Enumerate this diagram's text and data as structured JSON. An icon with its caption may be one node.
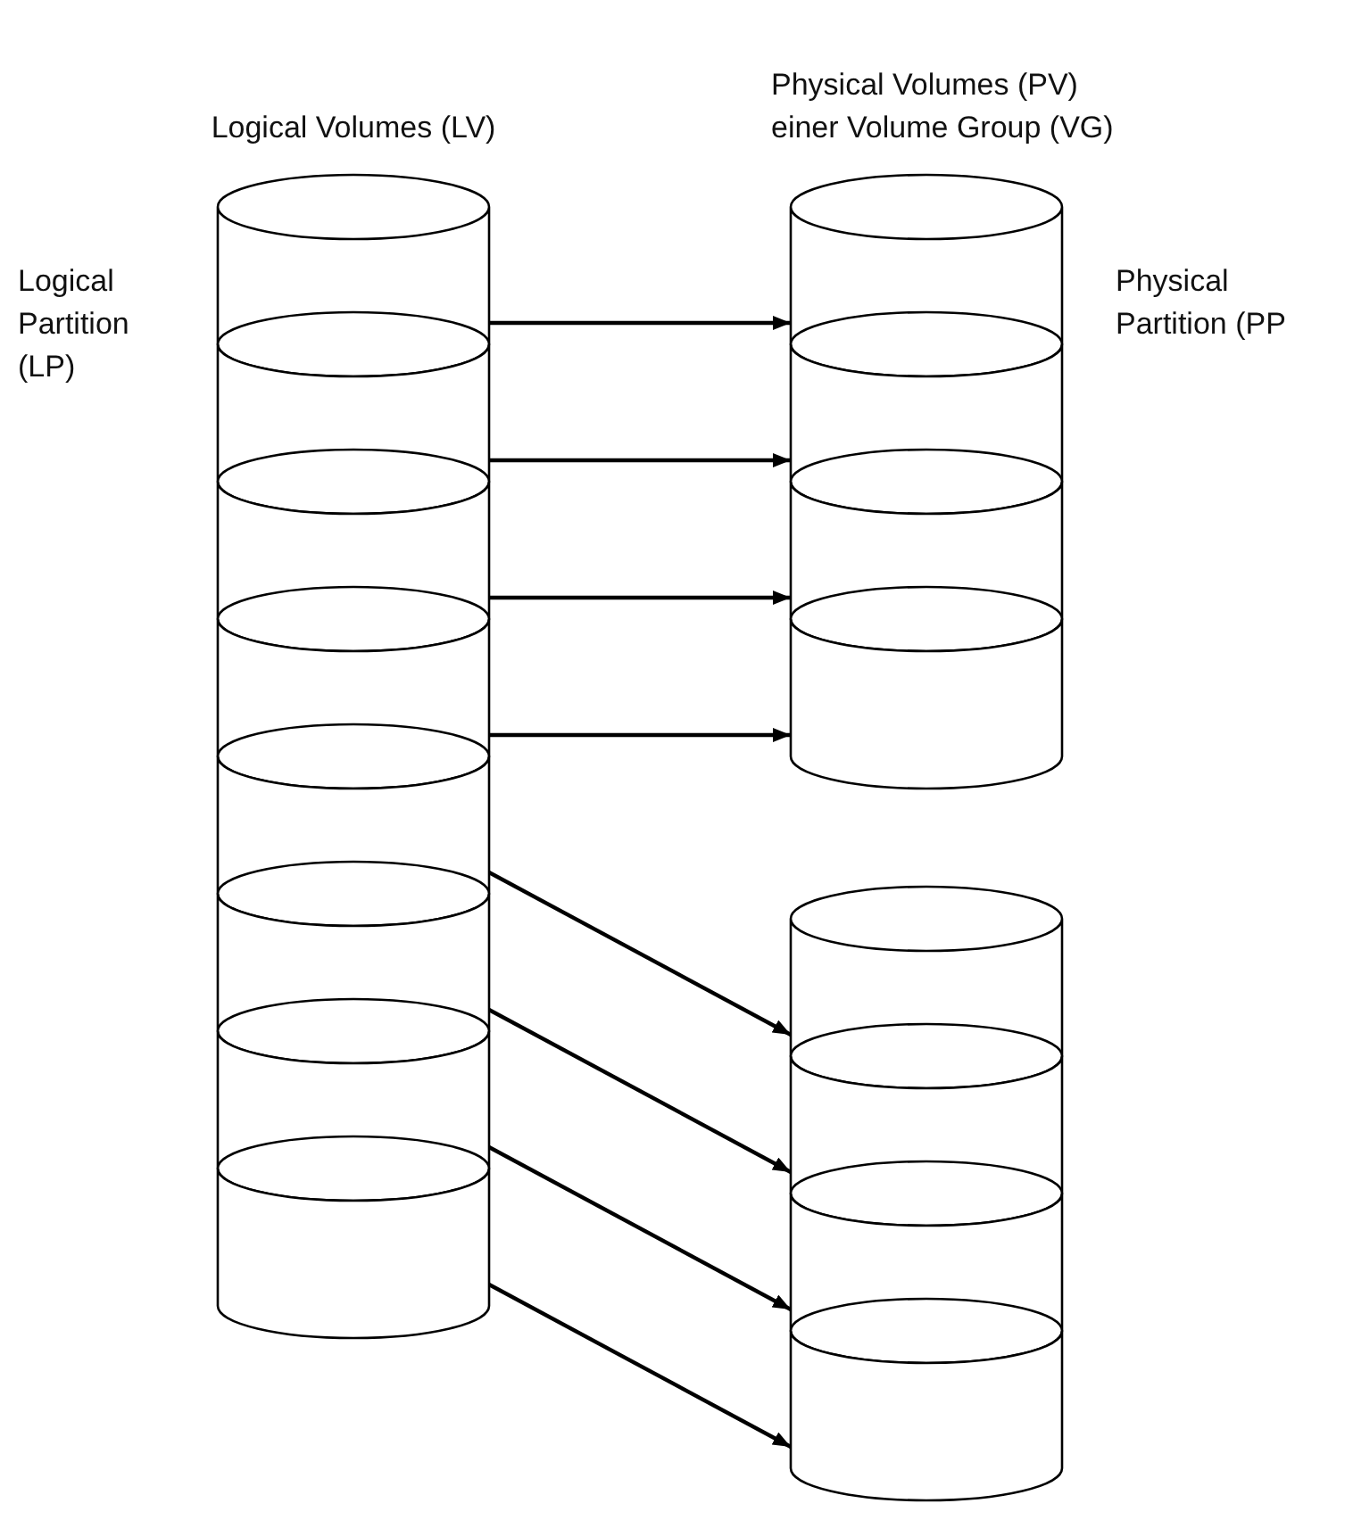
{
  "diagram": {
    "nodes": [
      {
        "text": [],
        "shape": "cylinder"
      },
      {
        "text": [],
        "shape": "cylinder"
      },
      {
        "text": [],
        "shape": "cylinder"
      },
      {
        "text": [],
        "shape": "cylinder"
      },
      {
        "text": [],
        "shape": "cylinder"
      },
      {
        "text": [],
        "shape": "cylinder"
      },
      {
        "text": [],
        "shape": "cylinder"
      },
      {
        "text": [],
        "shape": "cylinder"
      },
      {
        "text": [],
        "shape": "cylinder"
      },
      {
        "text": [],
        "shape": "cylinder"
      },
      {
        "text": [],
        "shape": "cylinder"
      },
      {
        "text": [],
        "shape": "cylinder"
      },
      {
        "text": [],
        "shape": "cylinder"
      },
      {
        "text": [],
        "shape": "cylinder"
      },
      {
        "text": [],
        "shape": "cylinder"
      },
      {
        "text": [],
        "shape": "cylinder"
      }
    ],
    "edges": [
      {
        "from": 0,
        "to": 8,
        "arrow": "to"
      },
      {
        "from": 1,
        "to": 9,
        "arrow": "to"
      },
      {
        "from": 2,
        "to": 10,
        "arrow": "to"
      },
      {
        "from": 3,
        "to": 11,
        "arrow": "to"
      },
      {
        "from": 4,
        "to": 12,
        "arrow": "to"
      },
      {
        "from": 5,
        "to": 13,
        "arrow": "to"
      },
      {
        "from": 6,
        "to": 14,
        "arrow": "to"
      },
      {
        "from": 7,
        "to": 15,
        "arrow": "to"
      }
    ],
    "labels": [
      "Logical Volumes (LV)",
      "Physical Volumes (PV) einer Volume Group (VG)",
      "Logical Partition (LP)",
      "Physical Partition (PP"
    ]
  }
}
